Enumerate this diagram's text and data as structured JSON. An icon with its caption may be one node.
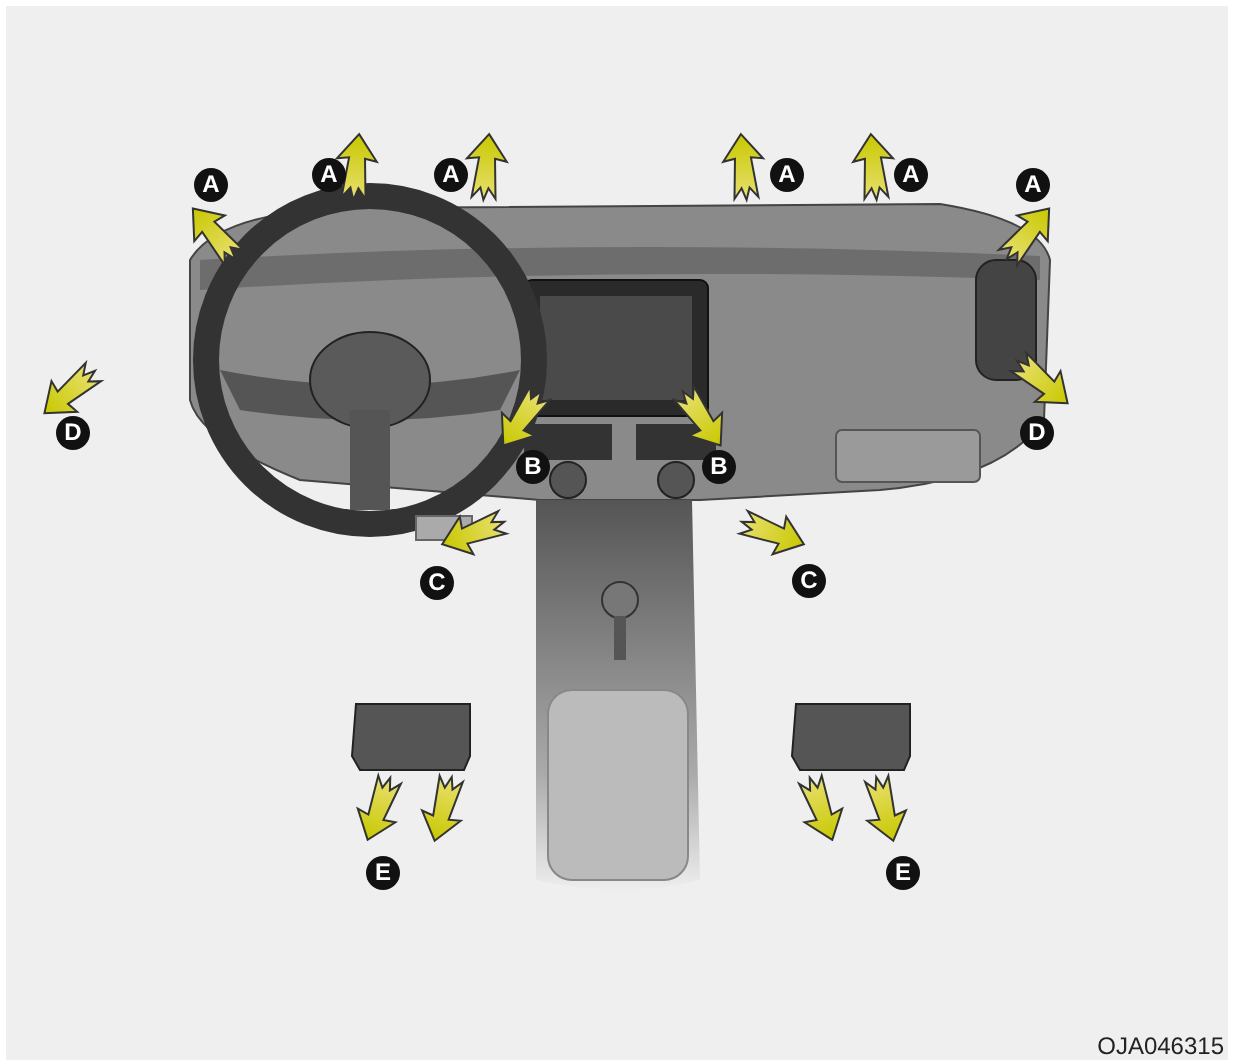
{
  "diagram": {
    "labels": [
      "A",
      "A",
      "A",
      "A",
      "A",
      "A",
      "D",
      "B",
      "B",
      "D",
      "C",
      "C",
      "E",
      "E",
      "OJA046315"
    ]
  }
}
